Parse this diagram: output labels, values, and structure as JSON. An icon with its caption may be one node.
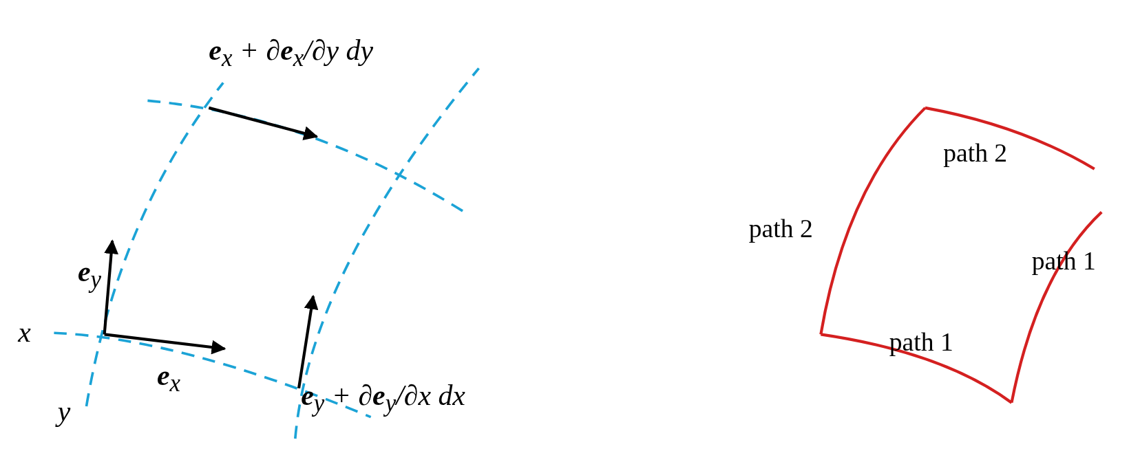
{
  "diagram": {
    "labels": [
      "**e**$_{x}$ + ∂**e**$_{x}$/∂y dy",
      "path 2",
      "path 2",
      "**e**$_{y}$",
      "path 1",
      "x",
      "path 1",
      "**e**$_{x}$",
      "y",
      "**e**$_{y}$ + ∂**e**$_{y}$/∂x dx"
    ]
  }
}
